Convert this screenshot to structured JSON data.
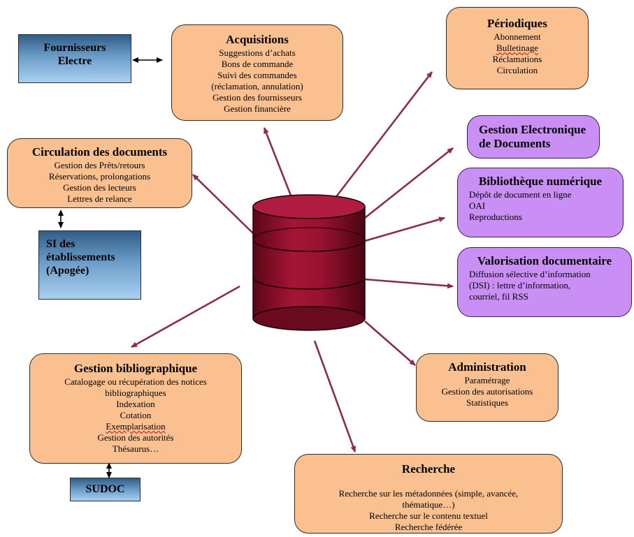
{
  "external": {
    "fournisseurs": [
      "Fournisseurs",
      "Electre"
    ],
    "si": [
      "SI des",
      "établissements",
      "(Apogée)"
    ],
    "sudoc": "SUDOC"
  },
  "acquisitions": {
    "title": "Acquisitions",
    "lines": [
      "Suggestions d’achats",
      "Bons de commande",
      "Suivi des commandes",
      "(réclamation, annulation)",
      "Gestion des fournisseurs",
      "Gestion financière"
    ]
  },
  "periodiques": {
    "title": "Périodiques",
    "lines": [
      "Abonnement",
      "Bulletinage",
      "Réclamations",
      "Circulation"
    ]
  },
  "circulation": {
    "title": "Circulation des documents",
    "lines": [
      "Gestion des Prêts/retours",
      "Réservations, prolongations",
      "Gestion des lecteurs",
      "Lettres de relance"
    ]
  },
  "ged": {
    "title_lines": [
      "Gestion Electronique",
      "de Documents"
    ]
  },
  "bibnum": {
    "title": "Bibliothèque numérique",
    "lines": [
      "Dépôt de document en ligne",
      "OAI",
      "Reproductions"
    ]
  },
  "valorisation": {
    "title": "Valorisation documentaire",
    "lines": [
      "Diffusion sélective d’information",
      "(DSI) : lettre d’information,",
      "courriel, fil RSS"
    ]
  },
  "gestion_biblio": {
    "title": "Gestion bibliographique",
    "lines": [
      "Catalogage ou récupération des notices",
      "bibliographiques",
      "Indexation",
      "Cotation",
      "Exemplarisation",
      "Gestion des autorités",
      "Thésaurus…"
    ]
  },
  "administration": {
    "title": "Administration",
    "lines": [
      "Paramétrage",
      "Gestion des autorisations",
      "Statistiques"
    ]
  },
  "recherche": {
    "title": "Recherche",
    "lines": [
      "Recherche sur les métadonnées (simple, avancée,",
      "thématique…)",
      "Recherche sur le contenu textuel",
      "Recherche fédérée"
    ]
  },
  "colors": {
    "orange_box": "#fbc08f",
    "purple_box": "#c98ff5",
    "blue_box": "#6b9cc8",
    "arrow": "#8b2a55",
    "database": "#8a0f2a"
  }
}
